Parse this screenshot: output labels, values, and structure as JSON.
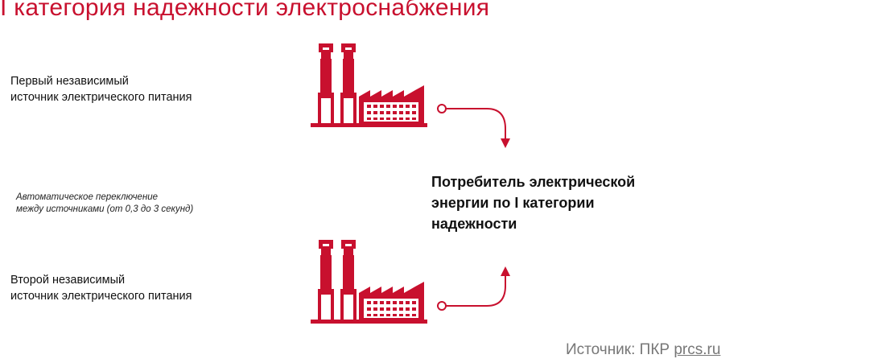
{
  "title": "I категория надежности электроснабжения",
  "source1": {
    "line1": "Первый независимый",
    "line2": "источник электрического питания"
  },
  "switching": {
    "line1": "Автоматическое переключение",
    "line2": "между источниками (от 0,3 до 3 секунд)"
  },
  "source2": {
    "line1": "Второй независимый",
    "line2": "источник электрического питания"
  },
  "consumer": {
    "line1": "Потребитель электрической",
    "line2": "энергии по I категории",
    "line3": "надежности"
  },
  "credit": {
    "prefix": "Источник: ПКР",
    "link": "prcs.ru"
  },
  "colors": {
    "accent": "#c8102e",
    "credit": "#777777"
  },
  "icons": [
    "factory-icon",
    "factory-icon",
    "arrow-down-icon",
    "arrow-up-icon"
  ]
}
